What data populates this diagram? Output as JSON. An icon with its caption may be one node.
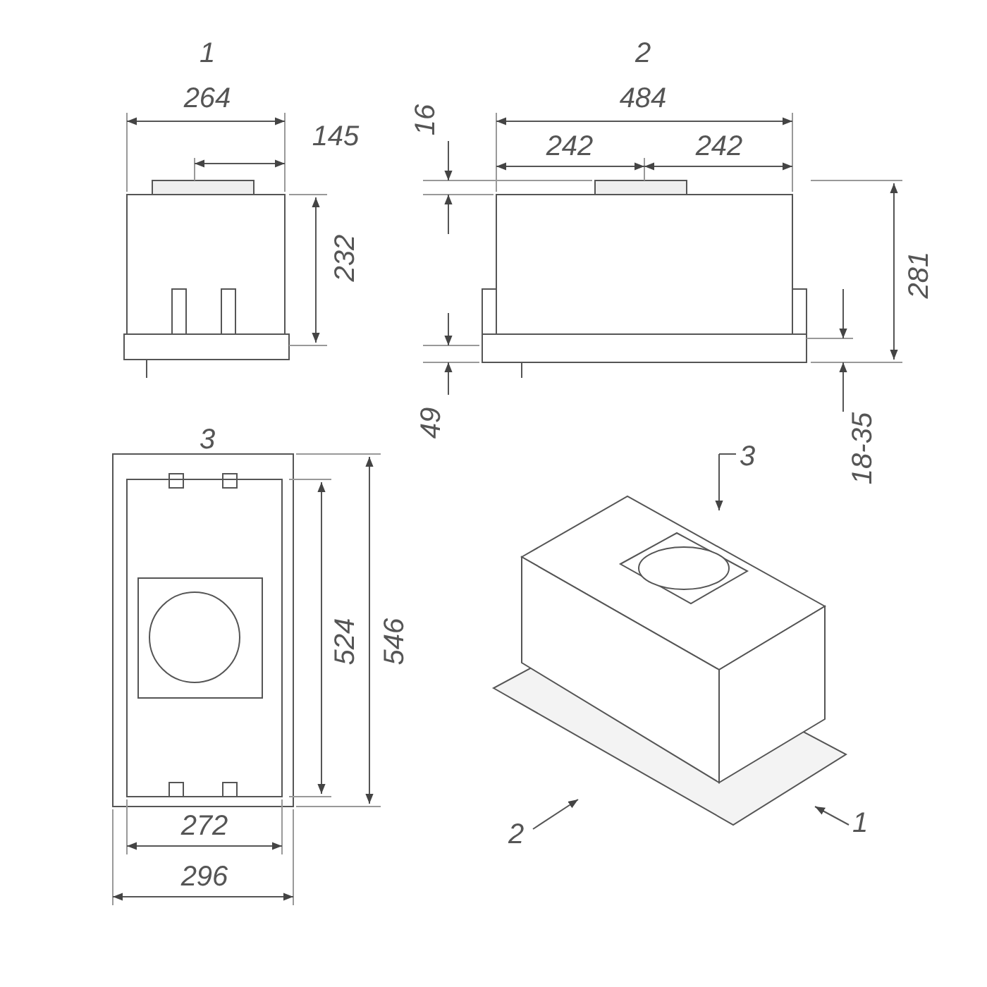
{
  "diagram": {
    "labels": [
      "1",
      "2",
      "264",
      "484",
      "16",
      "145",
      "242",
      "242",
      "232",
      "281",
      "49",
      "18-35",
      "3",
      "3",
      "524",
      "546",
      "272",
      "2",
      "1",
      "296"
    ]
  }
}
